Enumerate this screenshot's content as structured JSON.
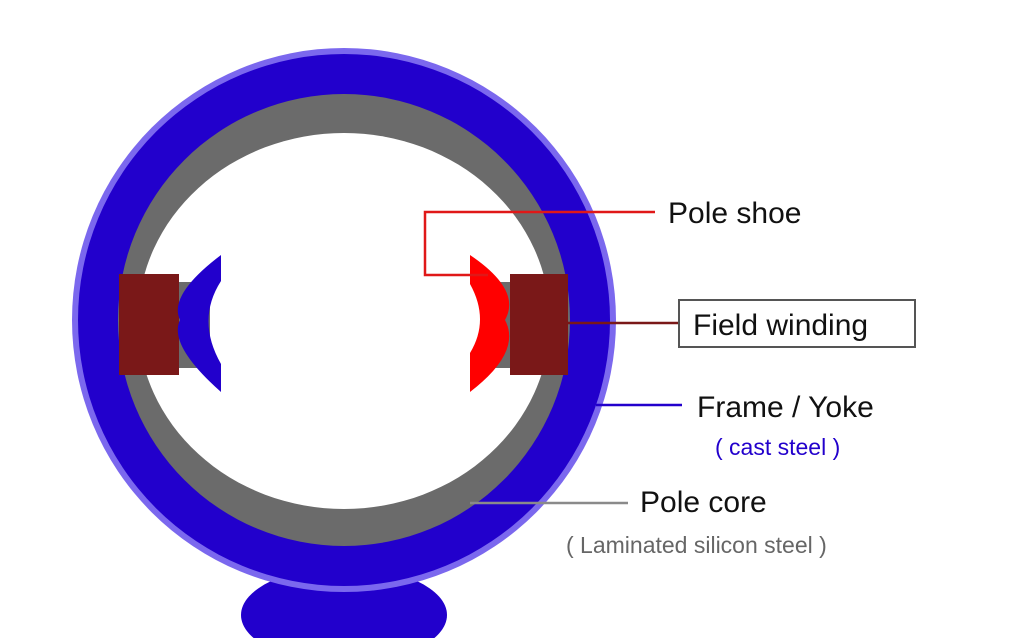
{
  "labels": {
    "pole_shoe": "Pole shoe",
    "field_winding": "Field winding",
    "frame_yoke": "Frame / Yoke",
    "frame_yoke_note": "( cast steel )",
    "pole_core": "Pole core",
    "pole_core_note": "( Laminated silicon steel )"
  },
  "colors": {
    "yoke": "#2200cc",
    "yoke_edge": "#7b68ee",
    "pole_core": "#6b6b6b",
    "field_winding": "#7a1818",
    "pole_shoe_left": "#2200cc",
    "pole_shoe_right": "#ff0000",
    "leader_pole_shoe": "#e01818",
    "leader_field_winding": "#7a1818",
    "leader_frame_yoke": "#2200cc",
    "leader_pole_core": "#8a8a8a",
    "note_yoke": "#2200cc",
    "note_core": "#666666"
  }
}
